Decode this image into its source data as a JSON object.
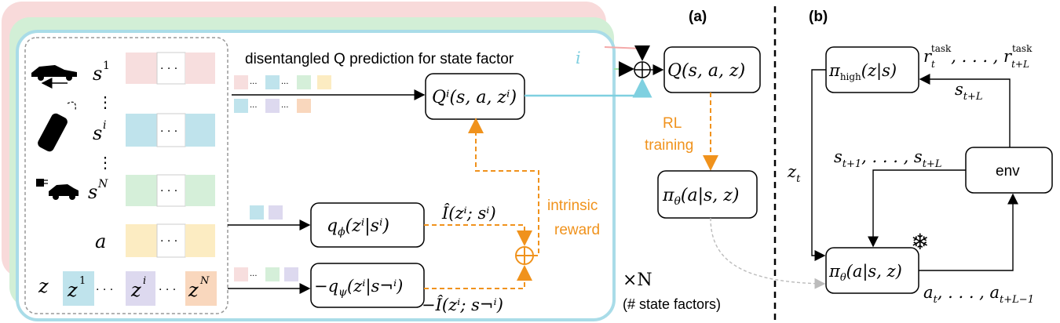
{
  "title": "disentangled Q prediction for state factor",
  "title_sym": "i",
  "panel_a": "(a)",
  "panel_b": "(b)",
  "state_labels": {
    "s1": "s",
    "s1sup": "1",
    "si": "s",
    "sisup": "i",
    "sN": "s",
    "sNsup": "N",
    "a": "a",
    "z": "z"
  },
  "z_cells": {
    "z1": "z",
    "z1sup": "1",
    "zi": "z",
    "zisup": "i",
    "zN": "z",
    "zNsup": "N"
  },
  "dots": "· · ·",
  "vdots": "⋮",
  "Qi": "Qⁱ(s, a, zⁱ)",
  "Qfull": "Q(s, a, z)",
  "qphi": "q",
  "qphi_rest": "(zⁱ|sⁱ)",
  "qpsi": "−q",
  "qpsi_rest": "(zⁱ|s¬ⁱ)",
  "I_hat": "Î(zⁱ; sⁱ)",
  "I_hat_neg": "−Î(zⁱ; s¬ⁱ)",
  "intrinsic_reward": [
    "intrinsic",
    "reward"
  ],
  "rl_training": [
    "RL",
    "training"
  ],
  "pi_a": "π",
  "pi_a_rest": "(a|s, z)",
  "times_n": "×N",
  "state_factors": "(# state factors)",
  "pi_high": "π",
  "pi_high_sub": "high",
  "pi_high_rest": "(z|s)",
  "rewards": "r",
  "rewards_sub_t": "t",
  "rewards_sup": "task",
  "rewards_mid": ", . . . , r",
  "rewards_sub_end": "t+L",
  "s_tL": "s",
  "s_tL_sub": "t+L",
  "s_seq": "s",
  "s_seq_sub1": "t+1",
  "s_seq_mid": ", . . . , s",
  "s_seq_sub2": "t+L",
  "zt": "z",
  "zt_sub": "t",
  "env": "env",
  "pi_b": "π",
  "pi_b_rest": "(a|s, z)",
  "a_seq": "a",
  "a_seq_sub1": "t",
  "a_seq_mid": ", . . . , a",
  "a_seq_sub2": "t+L−1",
  "snowflake": "❄",
  "colors": {
    "pink": "#f8dada",
    "green": "#d2efd6",
    "blue_frame": "#a9dce8",
    "orange": "#f0921c",
    "cyan_arrow": "#7fd0e0"
  }
}
